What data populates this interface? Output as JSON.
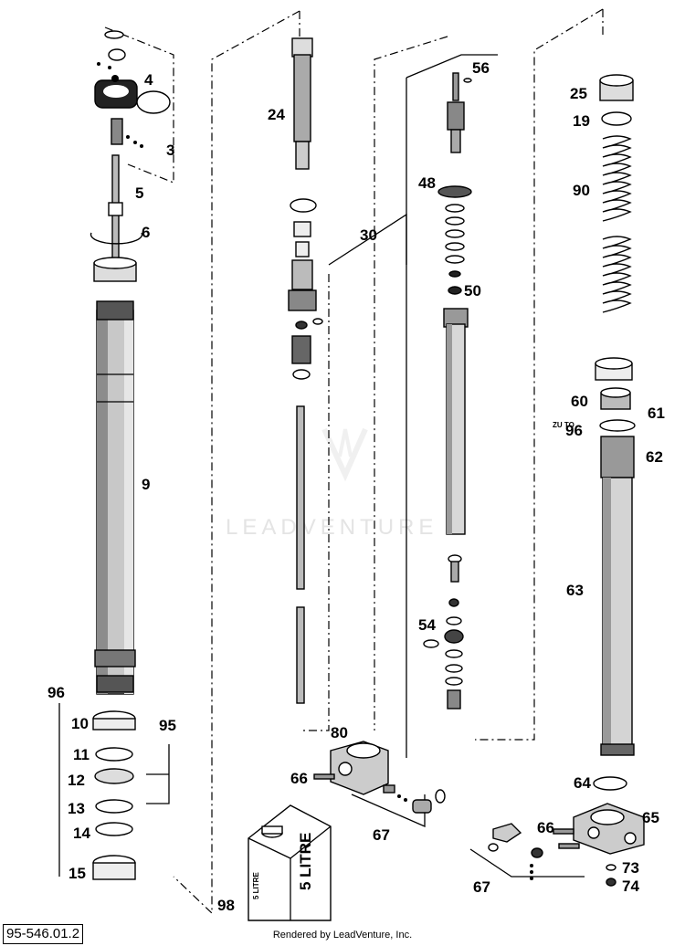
{
  "diagram_code": "95-546.01.2",
  "footer_text": "Rendered by LeadVenture, Inc.",
  "watermark": "LEADVENTURE",
  "container_label": "5 LITRE",
  "container_small_text": "5 LITRE",
  "ref_prefix": "ZU TO",
  "callouts": {
    "c3": "3",
    "c4": "4",
    "c5": "5",
    "c6": "6",
    "c9": "9",
    "c10": "10",
    "c11": "11",
    "c12": "12",
    "c13": "13",
    "c14": "14",
    "c15": "15",
    "c19": "19",
    "c24": "24",
    "c25": "25",
    "c30": "30",
    "c48": "48",
    "c50": "50",
    "c54": "54",
    "c56": "56",
    "c60": "60",
    "c61": "61",
    "c62": "62",
    "c63": "63",
    "c64": "64",
    "c65": "65",
    "c66a": "66",
    "c66b": "66",
    "c67a": "67",
    "c67b": "67",
    "c73": "73",
    "c74": "74",
    "c80": "80",
    "c90": "90",
    "c95": "95",
    "c96a": "96",
    "c96b": "96",
    "c98": "98"
  }
}
